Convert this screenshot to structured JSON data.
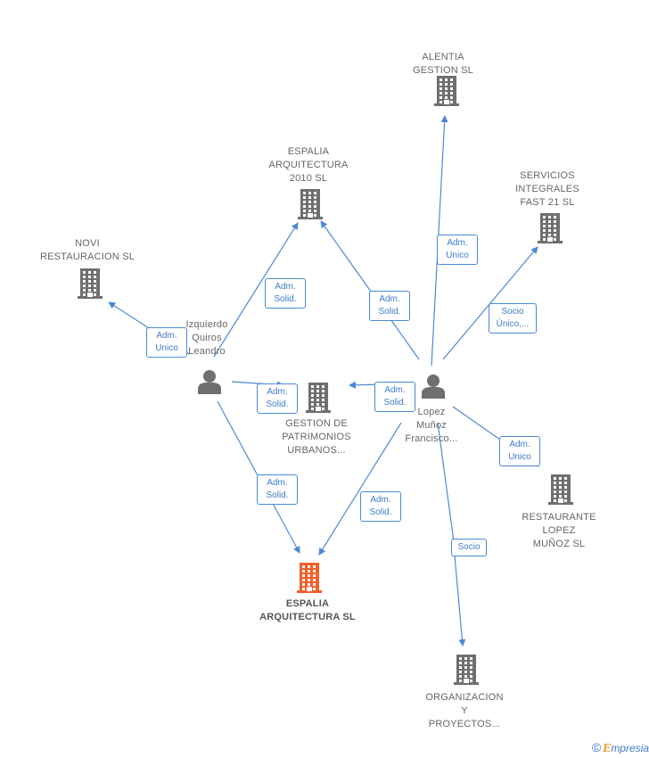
{
  "nodes": {
    "alentia": {
      "type": "company",
      "lines": [
        "ALENTIA",
        "GESTION SL"
      ]
    },
    "espalia2010": {
      "type": "company",
      "lines": [
        "ESPALIA",
        "ARQUITECTURA",
        "2010 SL"
      ]
    },
    "servicios": {
      "type": "company",
      "lines": [
        "SERVICIOS",
        "INTEGRALES",
        "FAST 21 SL"
      ]
    },
    "novi": {
      "type": "company",
      "lines": [
        "NOVI",
        "RESTAURACION SL"
      ]
    },
    "izquierdo": {
      "type": "person",
      "lines": [
        "Izquierdo",
        "Quiros",
        "Leandro"
      ]
    },
    "gestion": {
      "type": "company",
      "lines": [
        "GESTION DE",
        "PATRIMONIOS",
        "URBANOS..."
      ]
    },
    "lopez": {
      "type": "person",
      "lines": [
        "Lopez",
        "Muñoz",
        "Francisco..."
      ]
    },
    "restaurante": {
      "type": "company",
      "lines": [
        "RESTAURANTE",
        "LOPEZ",
        "MUÑOZ SL"
      ]
    },
    "espalia": {
      "type": "company-main",
      "lines": [
        "ESPALIA",
        "ARQUITECTURA SL"
      ]
    },
    "organizacion": {
      "type": "company",
      "lines": [
        "ORGANIZACION",
        "Y",
        "PROYECTOS..."
      ]
    }
  },
  "edges": [
    {
      "from": "lopez",
      "to": "alentia",
      "label": [
        "Adm.",
        "Unico"
      ]
    },
    {
      "from": "lopez",
      "to": "espalia2010",
      "label": [
        "Adm.",
        "Solid."
      ]
    },
    {
      "from": "izquierdo",
      "to": "espalia2010",
      "label": [
        "Adm.",
        "Solid."
      ]
    },
    {
      "from": "lopez",
      "to": "servicios",
      "label": [
        "Socio",
        "Único,..."
      ]
    },
    {
      "from": "izquierdo",
      "to": "novi",
      "label": [
        "Adm.",
        "Unico"
      ]
    },
    {
      "from": "izquierdo",
      "to": "gestion",
      "label": [
        "Adm.",
        "Solid."
      ]
    },
    {
      "from": "lopez",
      "to": "gestion",
      "label": [
        "Adm.",
        "Solid."
      ]
    },
    {
      "from": "lopez",
      "to": "restaurante",
      "label": [
        "Adm.",
        "Unico"
      ]
    },
    {
      "from": "izquierdo",
      "to": "espalia",
      "label": [
        "Adm.",
        "Solid."
      ]
    },
    {
      "from": "lopez",
      "to": "espalia",
      "label": [
        "Adm.",
        "Solid."
      ]
    },
    {
      "from": "lopez",
      "to": "organizacion",
      "label": [
        "Socio"
      ]
    }
  ],
  "colors": {
    "edge": "#4a8ad4",
    "company": "#6f6f6f",
    "main": "#f0602a",
    "person": "#6f6f6f"
  },
  "footer": {
    "copyright": "©",
    "brand_initial": "E",
    "brand_rest": "mpresia"
  }
}
